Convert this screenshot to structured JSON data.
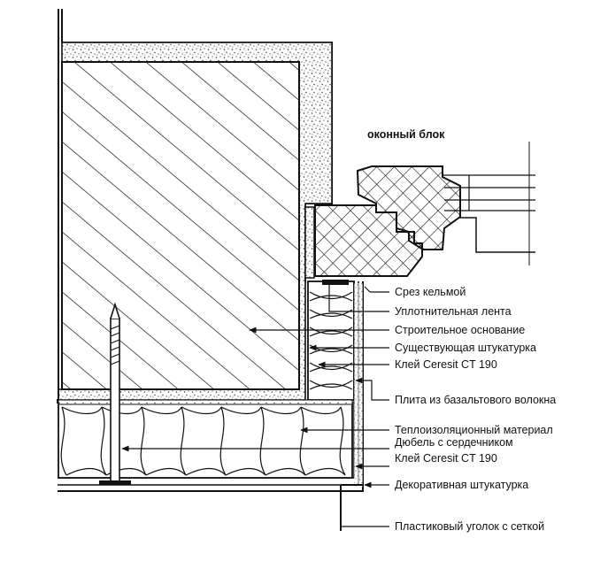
{
  "diagram": {
    "title": "оконный блок",
    "colors": {
      "line": "#111111",
      "background": "#ffffff",
      "plaster": "#d9d9d9"
    },
    "labels": [
      "Срез кельмой",
      "Уплотнительная лента",
      "Строительное основание",
      "Существующая штукатурка",
      "Клей Ceresit CT 190",
      "Плита из базальтового волокна",
      "Теплоизоляционный материал",
      "Дюбель с сердечником",
      "Клей Ceresit CT 190",
      "Декоративная штукатурка",
      "Пластиковый уголок с сеткой"
    ]
  }
}
